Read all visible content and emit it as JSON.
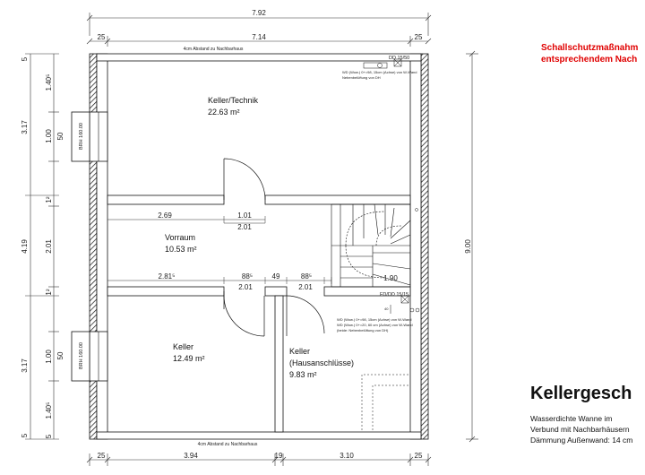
{
  "notice": {
    "line1": "Schallschutzmaßnahm",
    "line2": "entsprechendem Nach"
  },
  "title": "Kellergesch",
  "description": [
    "Wasserdichte Wanne im",
    "Verbund mit Nachbarhäusern",
    "Dämmung Außenwand: 14 cm"
  ],
  "rooms": [
    {
      "name": "Keller/Technik",
      "area": "22.63 m²"
    },
    {
      "name": "Vorraum",
      "area": "10.53 m²"
    },
    {
      "name": "Keller",
      "area": "12.49 m²"
    },
    {
      "name": "Keller",
      "subtitle": "(Hausanschlüsse)",
      "area": "9.83 m²"
    }
  ],
  "neighbor_gap": "4cm Abstand zu Nachbarhaus",
  "windows": [
    {
      "label": "BRH 160.00",
      "dim": "50",
      "dim2": "1.00"
    },
    {
      "label": "BRH 160.00",
      "dim": "50",
      "dim2": "1.00"
    }
  ],
  "dimensions": {
    "top_total": "7.92",
    "top_inner": "7.14",
    "top_wall_left": "25",
    "top_wall_right": "25",
    "bottom_wall_left": "25",
    "bottom_left": "3.94",
    "bottom_mid": "19",
    "bottom_right": "3.10",
    "bottom_wall_right": "25",
    "right_total": "9.00",
    "left_outer": [
      "5",
      "3.17",
      "4.19",
      "3.17",
      "5"
    ],
    "left_inner": [
      "1.40⁵",
      "1.00",
      "1²",
      "2.01",
      "1²",
      "1.00",
      "1.40⁵",
      "5"
    ],
    "vorraum_top": [
      "2.69",
      "1.01",
      "2.01"
    ],
    "vorraum_bottom": [
      "2.81⁵",
      "88⁵",
      "49",
      "88⁵",
      "2.01",
      "2.01",
      "1.90"
    ]
  },
  "ducts": [
    "DD 15/50",
    "FD/DD 15/15"
  ],
  "notes": {
    "wd_top": [
      "WD (Wow.) 0+=98, 15cm (Achse) von W-Wand",
      "Nebenbelüftung von DH"
    ],
    "wd_bottom": [
      "WD (Wow.) 0+=98, 15cm (Achse) von W-Wand",
      "WD (Wow.) 0+=20, 60 cm (Achse) von W-Wand",
      "(beide: Nebenbelüftung von DH)"
    ],
    "stair_dim": "40"
  }
}
